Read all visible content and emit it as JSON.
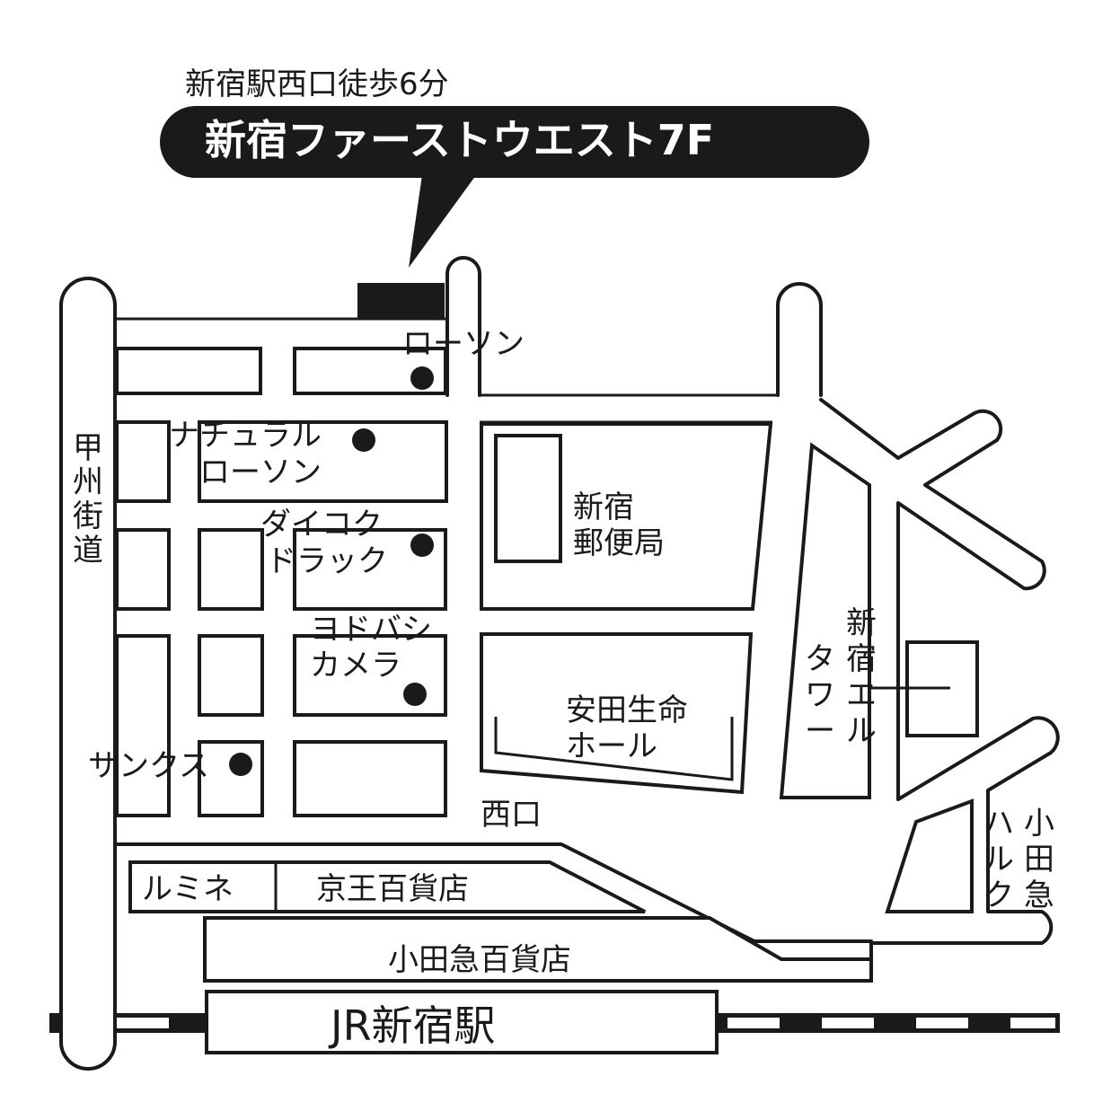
{
  "header": {
    "access_text": "新宿駅西口徒歩6分",
    "building_name": "新宿ファーストウエスト7F"
  },
  "map": {
    "streets": {
      "koshu_kaido": [
        "甲",
        "州",
        "街",
        "道"
      ]
    },
    "area": {
      "nishiguchi": "西口"
    },
    "landmarks": {
      "lawson_top": "ローソン",
      "natural_lawson": [
        "ナチュラル",
        "ローソン"
      ],
      "daikoku_drug": [
        "ダイコク",
        "ドラック"
      ],
      "yodobashi_camera": [
        "ヨドバシ",
        "カメラ"
      ],
      "sunkus": "サンクス",
      "post_office": [
        "新宿",
        "郵便局"
      ],
      "yasuda_hall": [
        "安田生命",
        "ホール"
      ],
      "shinjuku_l_tower": [
        "新",
        "宿",
        "エ",
        "ル"
      ],
      "shinjuku_l_tower_2": [
        "タ",
        "ワ",
        "ー"
      ],
      "odakyu_halc": [
        "小",
        "田",
        "急"
      ],
      "odakyu_halc_2": [
        "ハ",
        "ル",
        "ク"
      ],
      "lumine": "ルミネ",
      "keio_dept": "京王百貨店",
      "odakyu_dept": "小田急百貨店",
      "jr_station": "JR新宿駅"
    }
  },
  "colors": {
    "ink": "#1a1a1a",
    "background": "#ffffff",
    "label_text": "#ffffff"
  }
}
